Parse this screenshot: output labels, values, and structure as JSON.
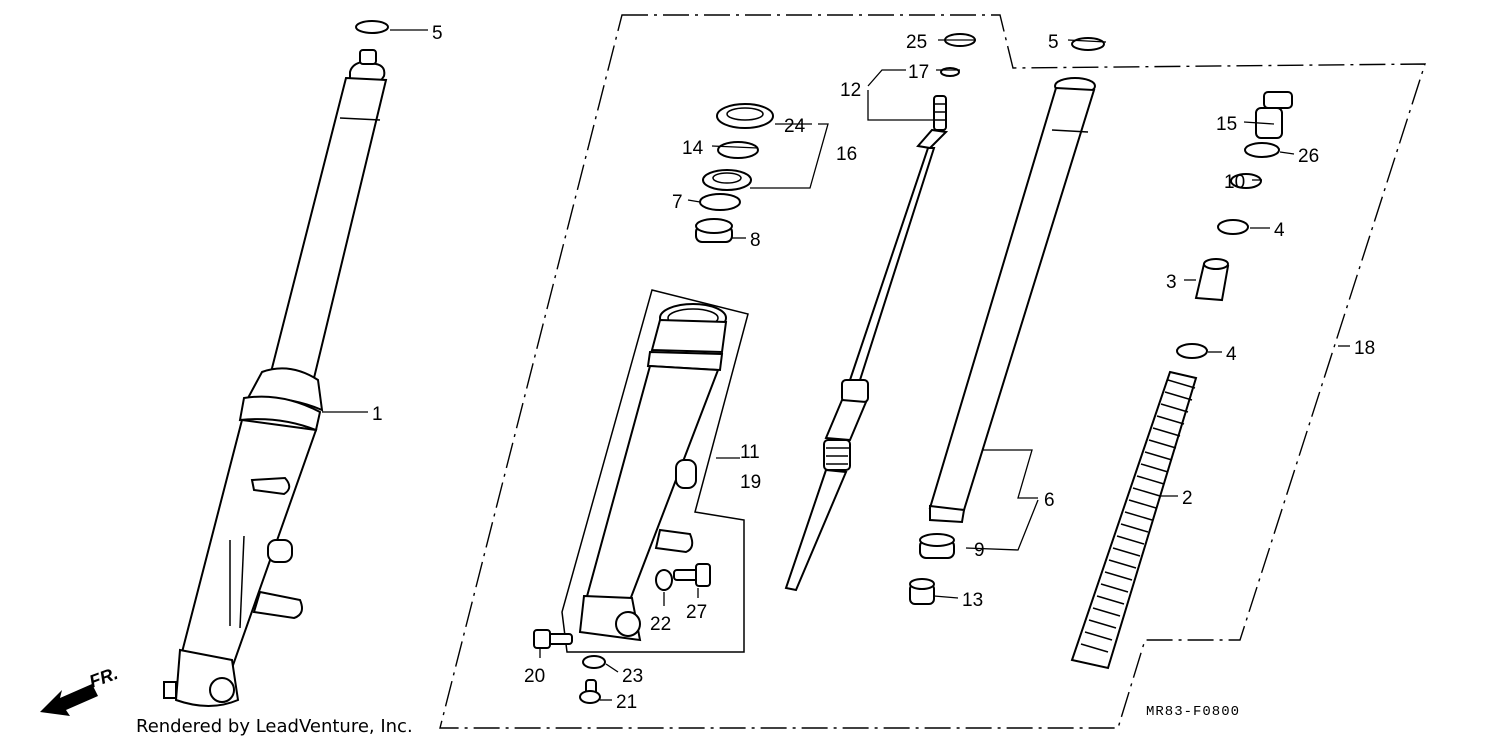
{
  "diagram": {
    "diagram_code": "MR83-F0800",
    "credit": "Rendered by LeadVenture, Inc.",
    "direction_label": "FR.",
    "callouts": [
      {
        "id": "c1",
        "label": "1"
      },
      {
        "id": "c2",
        "label": "2"
      },
      {
        "id": "c3",
        "label": "3"
      },
      {
        "id": "c4a",
        "label": "4"
      },
      {
        "id": "c4b",
        "label": "4"
      },
      {
        "id": "c5a",
        "label": "5"
      },
      {
        "id": "c5b",
        "label": "5"
      },
      {
        "id": "c6",
        "label": "6"
      },
      {
        "id": "c7",
        "label": "7"
      },
      {
        "id": "c8",
        "label": "8"
      },
      {
        "id": "c9",
        "label": "9"
      },
      {
        "id": "c10",
        "label": "10"
      },
      {
        "id": "c11",
        "label": "11"
      },
      {
        "id": "c12",
        "label": "12"
      },
      {
        "id": "c13",
        "label": "13"
      },
      {
        "id": "c14",
        "label": "14"
      },
      {
        "id": "c15",
        "label": "15"
      },
      {
        "id": "c16",
        "label": "16"
      },
      {
        "id": "c17",
        "label": "17"
      },
      {
        "id": "c18",
        "label": "18"
      },
      {
        "id": "c19",
        "label": "19"
      },
      {
        "id": "c20",
        "label": "20"
      },
      {
        "id": "c21",
        "label": "21"
      },
      {
        "id": "c22",
        "label": "22"
      },
      {
        "id": "c23",
        "label": "23"
      },
      {
        "id": "c24",
        "label": "24"
      },
      {
        "id": "c25",
        "label": "25"
      },
      {
        "id": "c26",
        "label": "26"
      },
      {
        "id": "c27",
        "label": "27"
      }
    ]
  }
}
